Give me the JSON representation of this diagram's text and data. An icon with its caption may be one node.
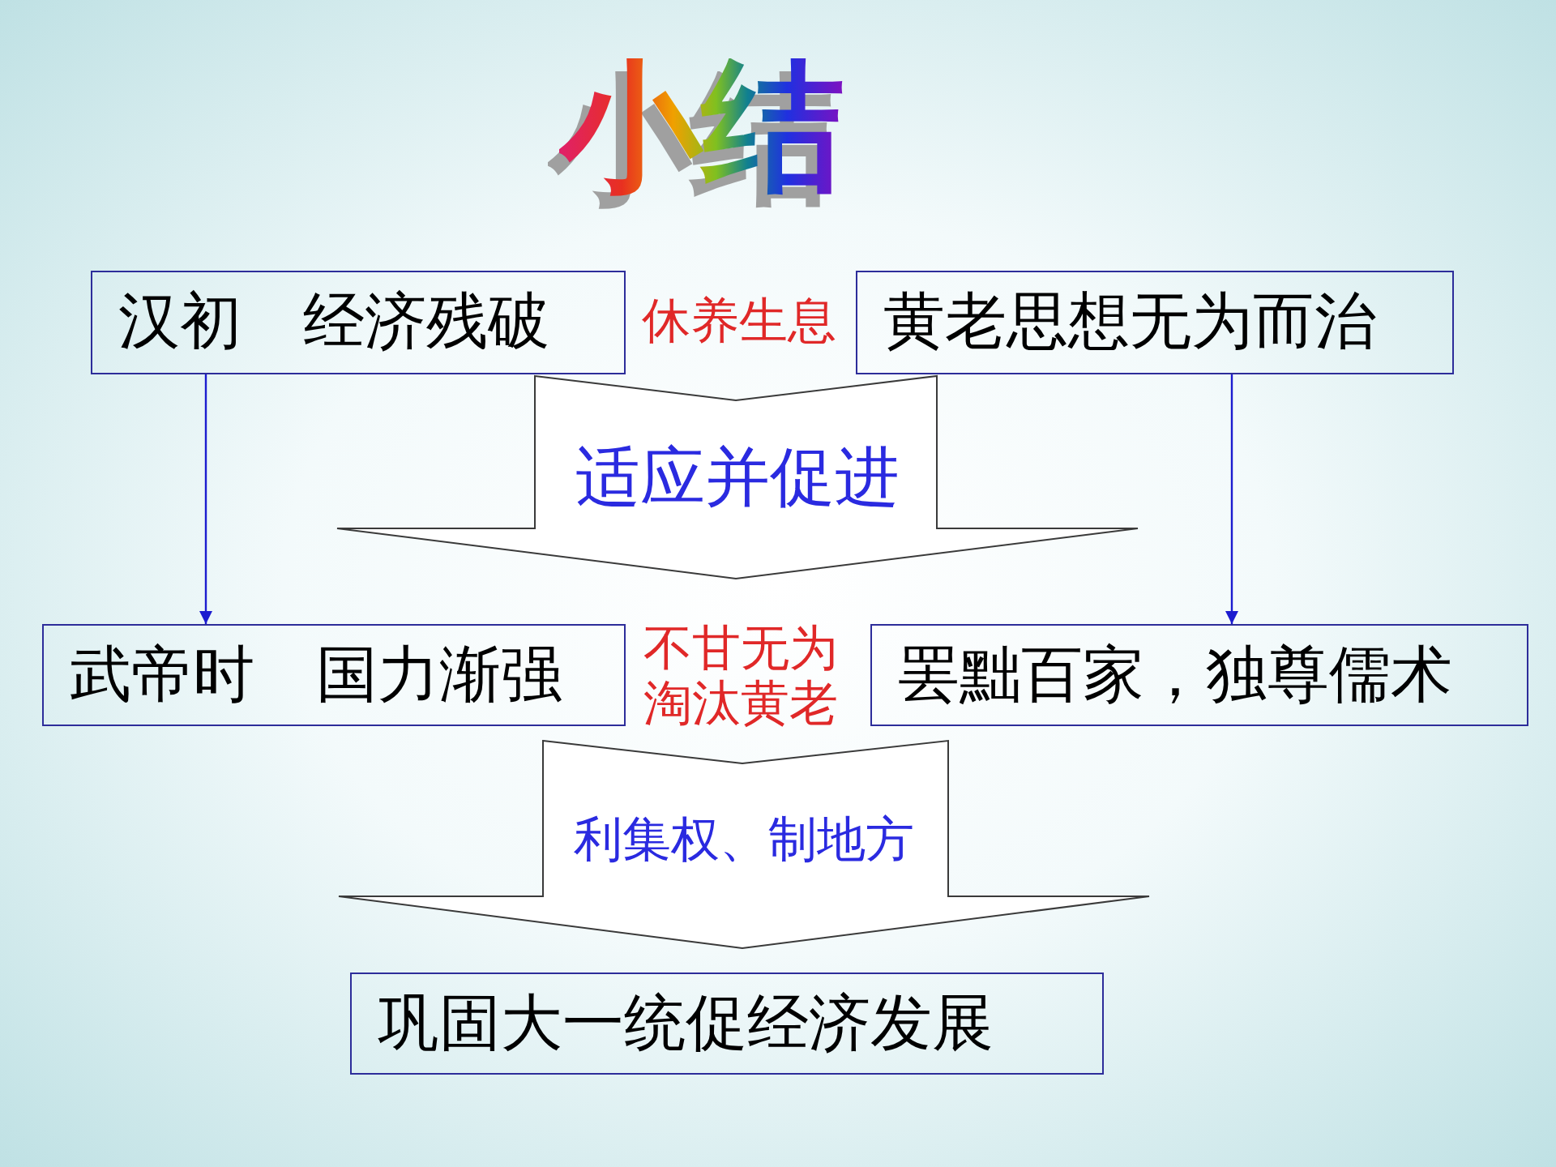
{
  "diagram": {
    "title": "小结",
    "nodes": [
      {
        "text": [
          "汉初　经济残破"
        ]
      },
      {
        "text": [
          "黄老思想无为而治"
        ]
      },
      {
        "text": [
          "适应并促进"
        ]
      },
      {
        "text": [
          "武帝时　国力渐强"
        ]
      },
      {
        "text": [
          "罢黜百家，独尊儒术"
        ]
      },
      {
        "text": [
          "利集权、制地方"
        ]
      },
      {
        "text": [
          "巩固大一统促经济发展"
        ]
      }
    ],
    "edges": [
      {
        "from": 0,
        "to": 3,
        "arrow": "to"
      },
      {
        "from": 1,
        "to": 4,
        "arrow": "to"
      }
    ],
    "labels": [
      "休养生息",
      "不甘无为淘汰黄老"
    ]
  }
}
